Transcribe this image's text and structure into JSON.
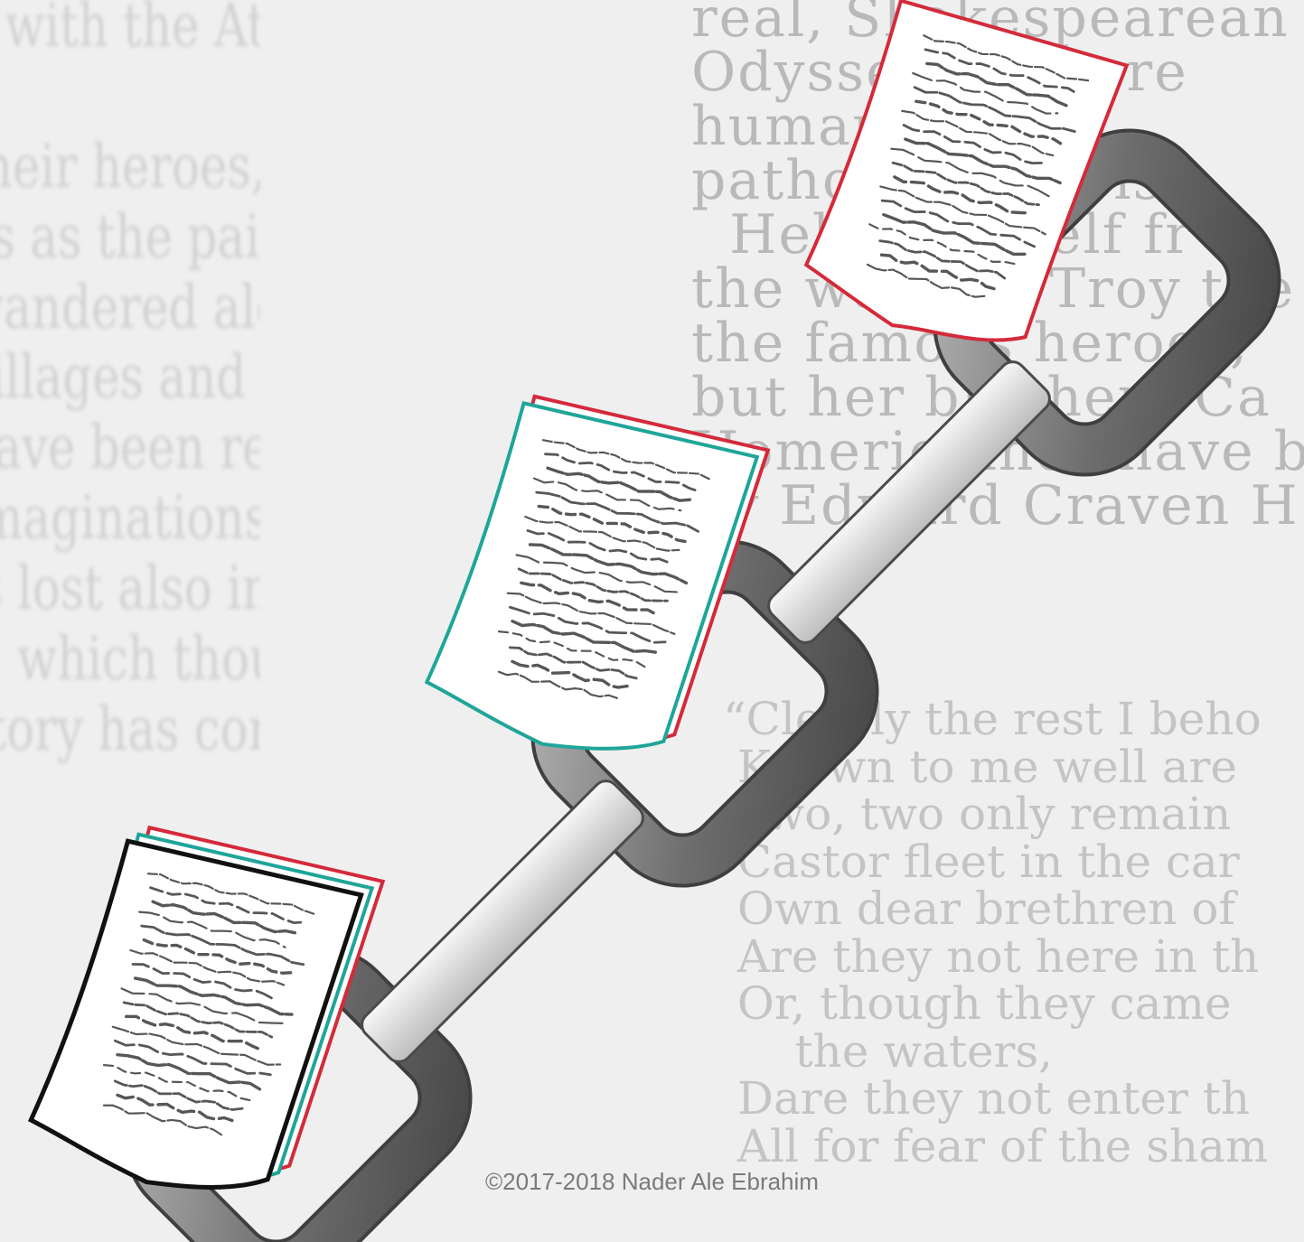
{
  "background": {
    "left_page_fragments": [
      "y with the Athen",
      "",
      "their heroes, happy",
      "es as the paintings",
      "wandered along ago, o",
      "villages and temples and",
      "have been related by",
      "imaginations of poetry",
      "is lost also in a",
      "s, which though e",
      "story has come down",
      "",
      "",
      ""
    ],
    "right_page_lines": [
      "real, Shakespearean",
      "Odyssey. Troy, re",
      "human and as",
      "pathos. There is t",
      "  Helen herself fr",
      "the walls of Troy the",
      "the famous heroes,",
      "but her brothers Ca",
      "Homeric lines have b",
      "by Edward Craven H"
    ],
    "right_poem_lines": [
      "“Clearly the rest I beho",
      " Known to me well are",
      " Two, two only remain",
      " Castor fleet in the car",
      " Own dear brethren of",
      " Are they not here in th",
      " Or, though they came",
      "     the waters,",
      " Dare they not enter th",
      " All for fear of the sham"
    ]
  },
  "chain_links": [
    "chain-link-top",
    "chain-link-middle",
    "chain-link-bottom"
  ],
  "documents": [
    {
      "name": "single-document",
      "border_colors": [
        "#d42a3a"
      ]
    },
    {
      "name": "two-document-stack",
      "border_colors": [
        "#d42a3a",
        "#1fa59a"
      ]
    },
    {
      "name": "three-document-stack",
      "border_colors": [
        "#d42a3a",
        "#1fa59a",
        "#111111"
      ]
    }
  ],
  "colors": {
    "red": "#d42a3a",
    "teal": "#1fa59a",
    "black": "#111111",
    "chain_gray": "#808080"
  },
  "footer": {
    "copyright": "©2017-2018  Nader Ale Ebrahim"
  }
}
